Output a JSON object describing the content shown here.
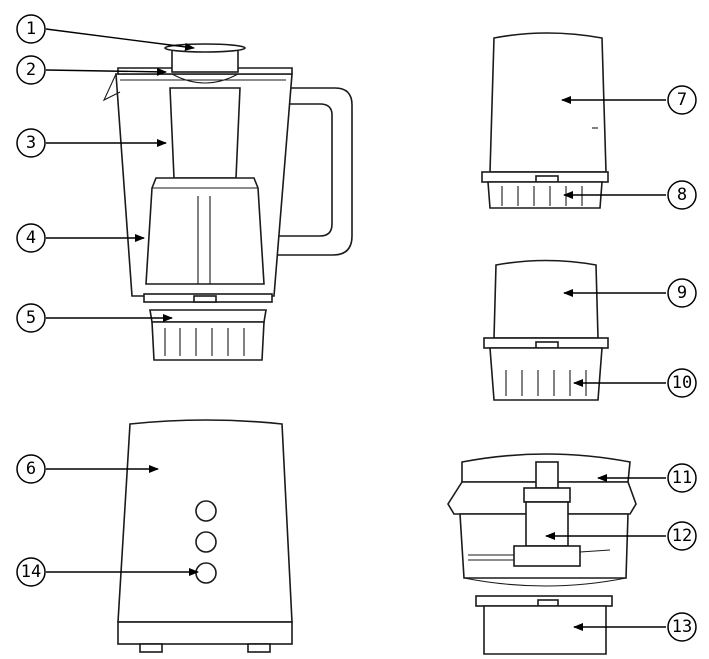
{
  "callouts": [
    {
      "id": 1,
      "label": "1"
    },
    {
      "id": 2,
      "label": "2"
    },
    {
      "id": 3,
      "label": "3"
    },
    {
      "id": 4,
      "label": "4"
    },
    {
      "id": 5,
      "label": "5"
    },
    {
      "id": 6,
      "label": "6"
    },
    {
      "id": 7,
      "label": "7"
    },
    {
      "id": 8,
      "label": "8"
    },
    {
      "id": 9,
      "label": "9"
    },
    {
      "id": 10,
      "label": "10"
    },
    {
      "id": 11,
      "label": "11"
    },
    {
      "id": 12,
      "label": "12"
    },
    {
      "id": 13,
      "label": "13"
    },
    {
      "id": 14,
      "label": "14"
    }
  ]
}
